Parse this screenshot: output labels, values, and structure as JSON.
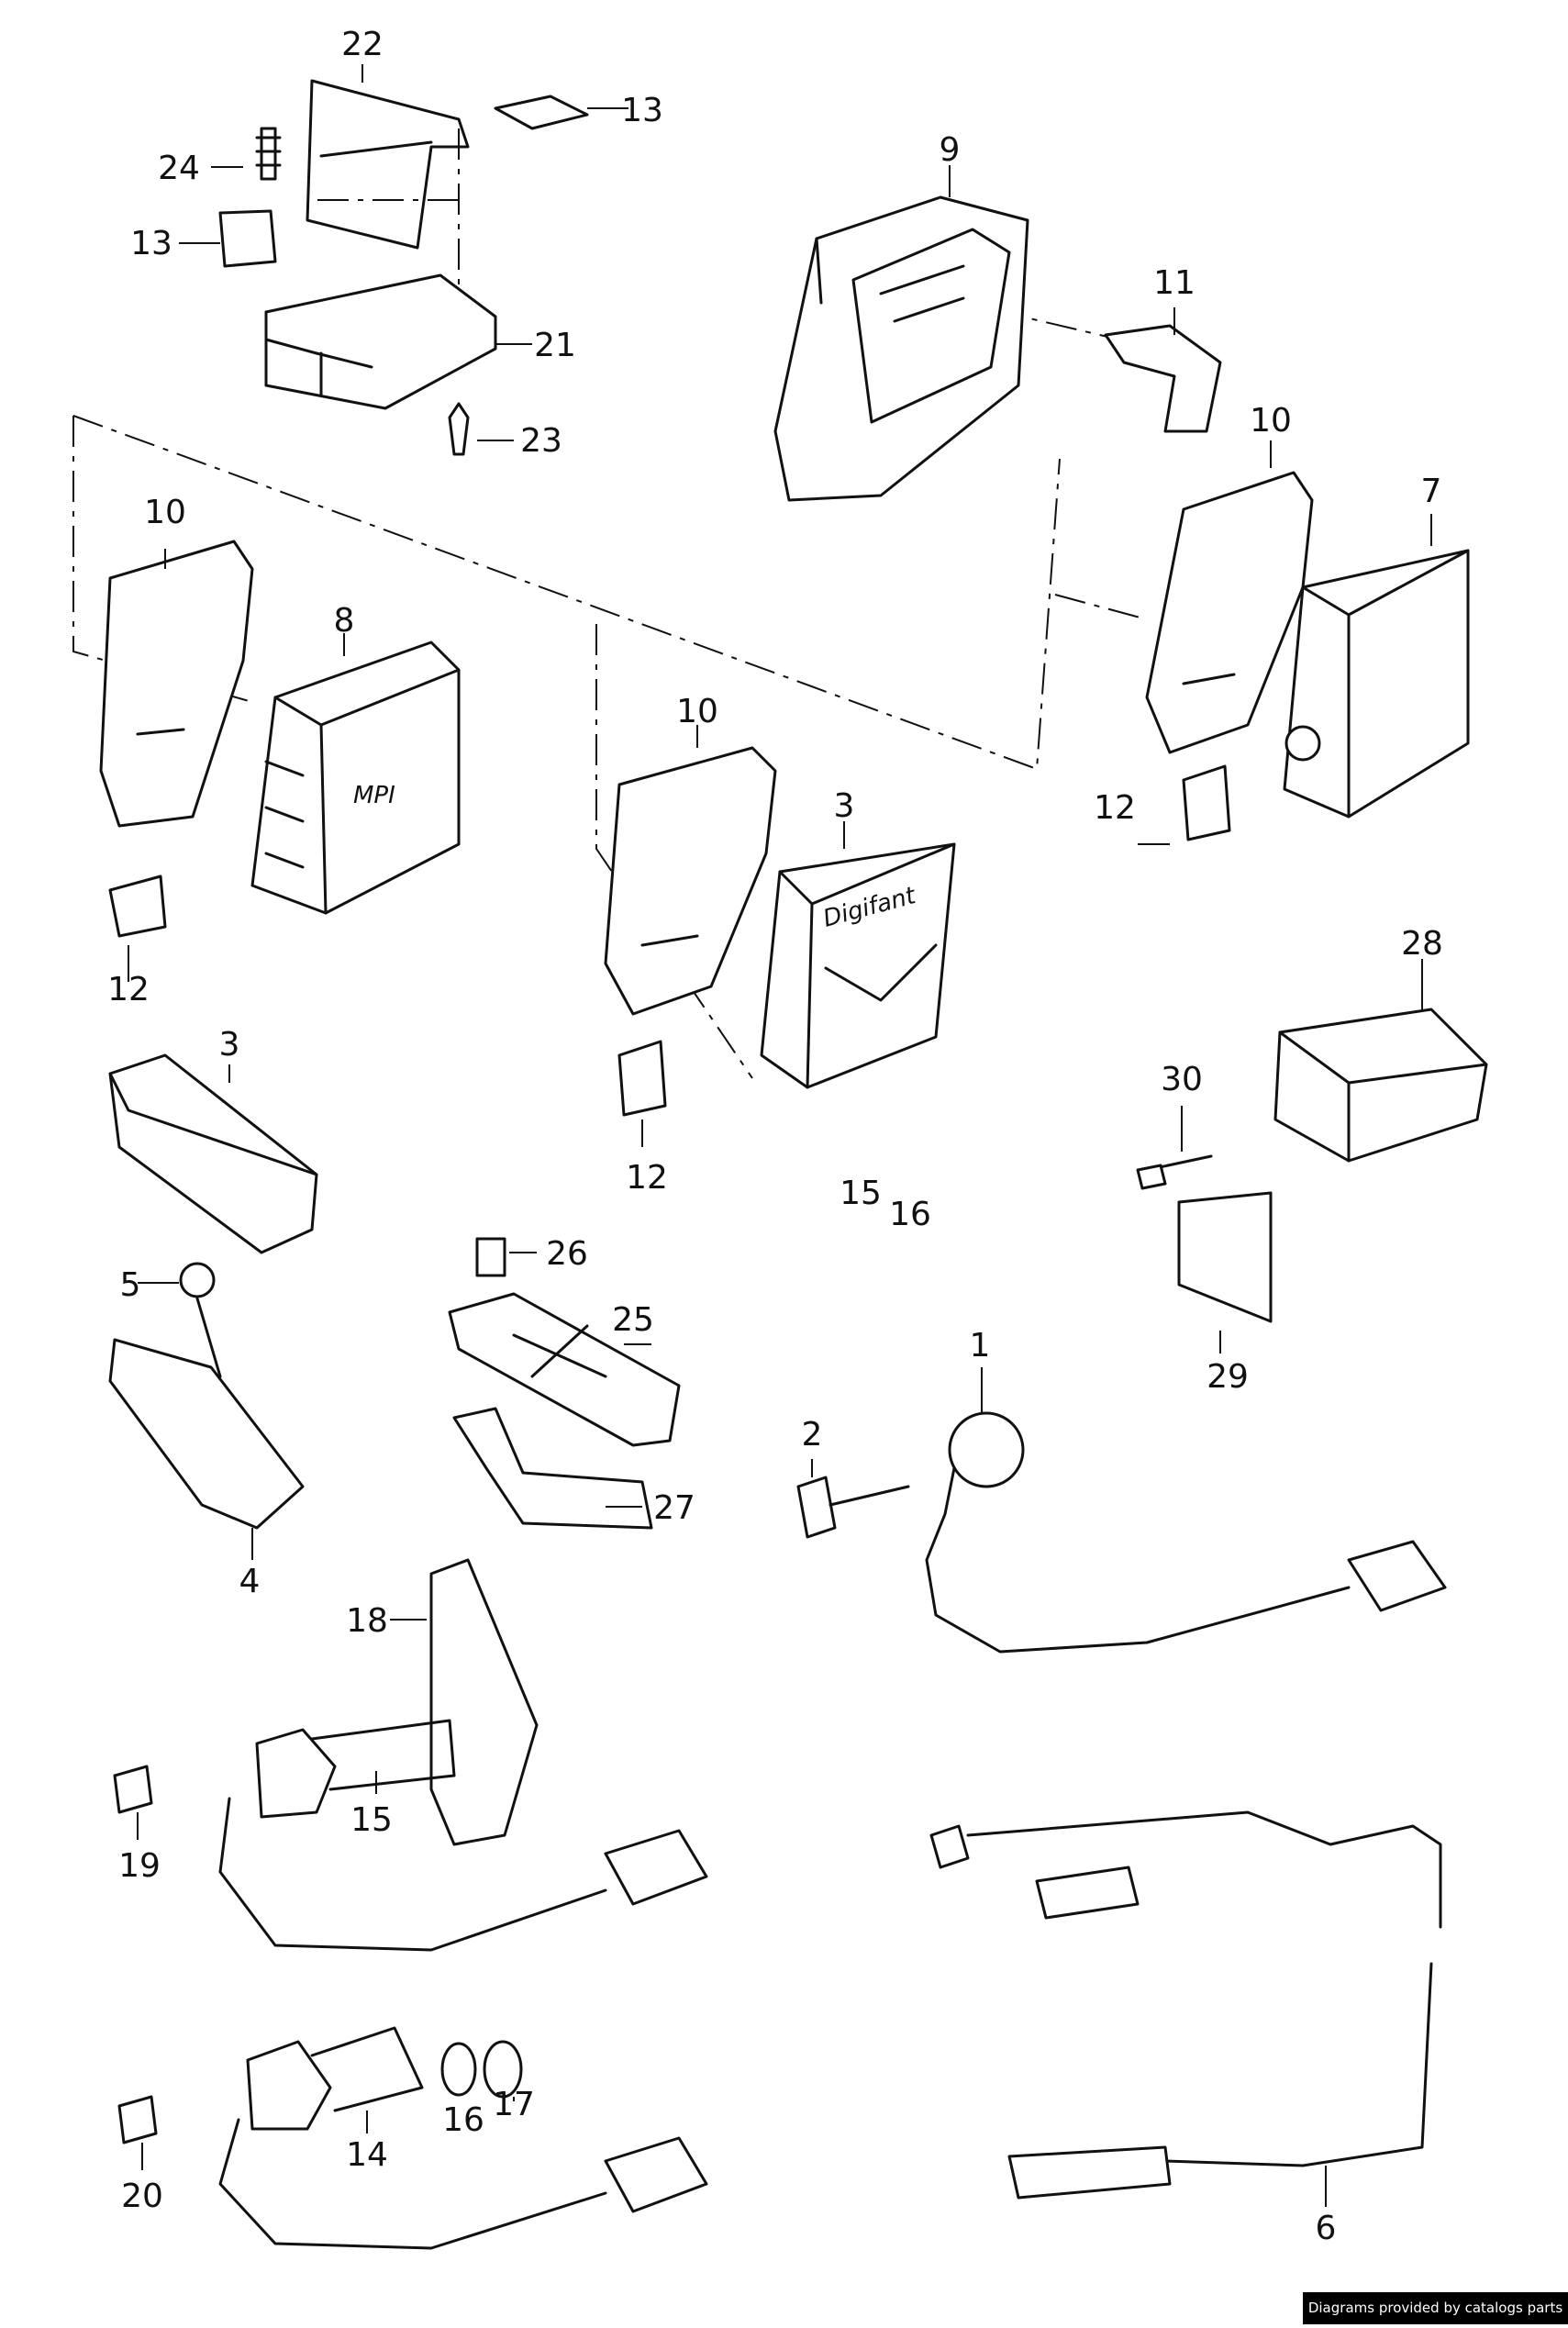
{
  "diagram": {
    "callouts": [
      "22",
      "13",
      "24",
      "13",
      "21",
      "23",
      "9",
      "11",
      "10",
      "7",
      "10",
      "8",
      "12",
      "10",
      "3",
      "12",
      "12",
      "3",
      "28",
      "30",
      "15",
      "16",
      "5",
      "26",
      "25",
      "1",
      "2",
      "29",
      "4",
      "27",
      "18",
      "15",
      "19",
      "14",
      "16",
      "17",
      "20",
      "6"
    ],
    "module_texts": {
      "mpi": "MPI",
      "digifant": "Digifant"
    }
  },
  "footer": {
    "credit": "Diagrams provided by catalogs parts"
  }
}
